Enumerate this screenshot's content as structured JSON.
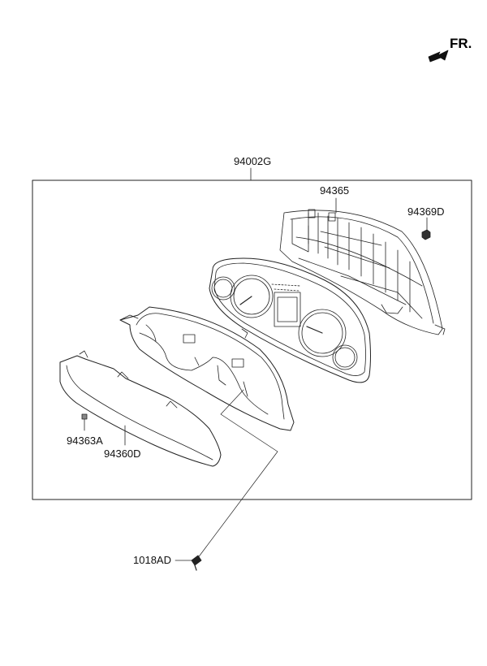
{
  "direction_label": "FR.",
  "parts": {
    "assembly": "94002G",
    "rear_case": "94365",
    "bulb": "94369D",
    "cover_clip": "94363A",
    "window_glass": "94360D",
    "screw": "1018AD"
  },
  "icons": {
    "direction": "front-direction-arrow-icon"
  }
}
